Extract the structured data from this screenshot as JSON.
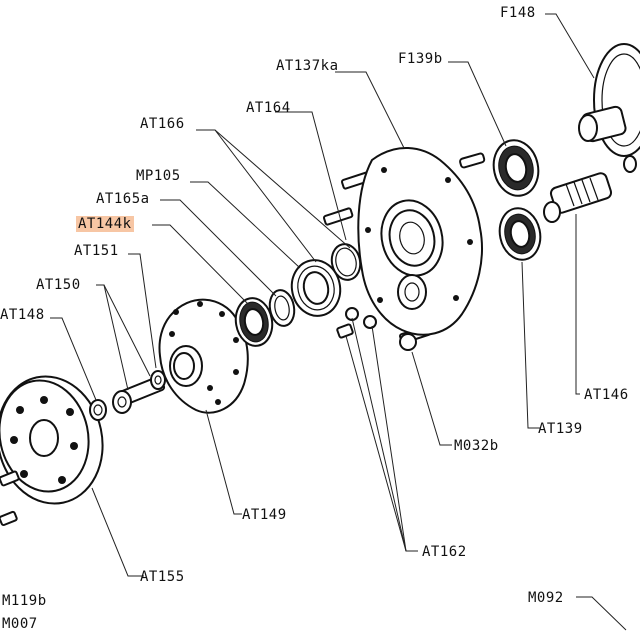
{
  "highlight_color": "#f7c6a4",
  "callouts": {
    "F148": "F148",
    "AT137ka": "AT137ka",
    "F139b": "F139b",
    "AT164": "AT164",
    "AT166": "AT166",
    "MP105": "MP105",
    "AT165a": "AT165a",
    "AT144k": "AT144k",
    "AT151": "AT151",
    "AT150": "AT150",
    "AT148": "AT148",
    "AT149": "AT149",
    "AT155": "AT155",
    "AT162": "AT162",
    "M032b": "M032b",
    "AT139": "AT139",
    "AT146": "AT146",
    "M119b": "M119b",
    "M007": "M007",
    "M092": "M092"
  },
  "selected_callout": "AT144k"
}
